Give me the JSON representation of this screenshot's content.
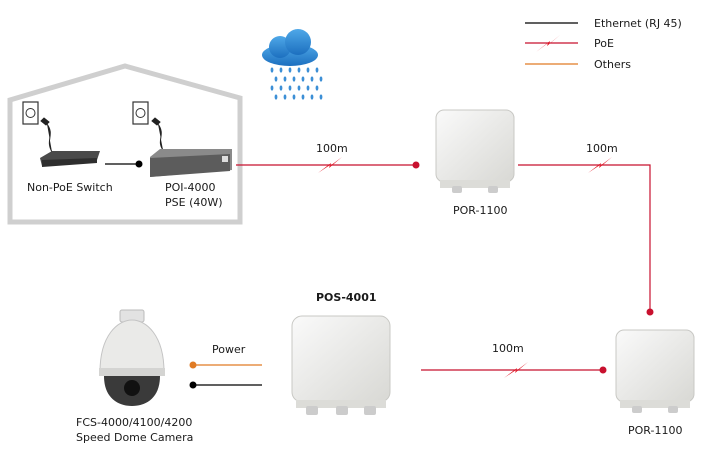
{
  "legend": [
    {
      "label": "Ethernet (RJ 45)",
      "color": "#000000"
    },
    {
      "label": "PoE",
      "color": "#c8102e"
    },
    {
      "label": "Others",
      "color": "#e07b24"
    }
  ],
  "devices": {
    "switch": "Non-PoE Switch",
    "pse_model": "POI-4000",
    "pse_desc": "PSE (40W)",
    "por_top": "POR-1100",
    "por_bottom": "POR-1100",
    "pos": "POS-4001",
    "camera_model": "FCS-4000/4100/4200",
    "camera_desc": "Speed Dome Camera"
  },
  "links": {
    "link1": "100m",
    "link2": "100m",
    "link3": "100m",
    "power": "Power"
  }
}
